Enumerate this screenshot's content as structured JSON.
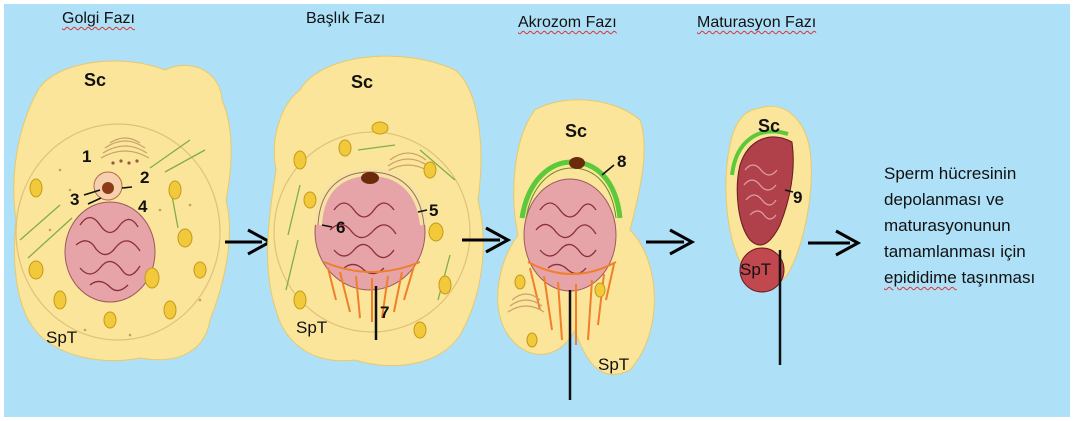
{
  "phases": [
    {
      "title": "Golgi Fazı"
    },
    {
      "title": "Başlık Fazı"
    },
    {
      "title": "Akrozom Fazı"
    },
    {
      "title": "Maturasyon Fazı"
    }
  ],
  "labels": {
    "sc": "Sc",
    "spt": "SpT",
    "n1": "1",
    "n2": "2",
    "n3": "3",
    "n4": "4",
    "n5": "5",
    "n6": "6",
    "n7": "7",
    "n8": "8",
    "n9": "9"
  },
  "description": {
    "line1": "Sperm hücresinin",
    "line2": "depolanması ve",
    "line3": "maturasyonunun",
    "line4": "tamamlanması için",
    "line5_word1": "epididime",
    "line5_word2": " taşınması"
  },
  "colors": {
    "background": "#aee1f7",
    "sertoli_cytoplasm": "#fbe59a",
    "nucleus": "#e6a3a8",
    "chromatin": "#8a2e3a",
    "acrosome": "#8c3a1a",
    "acrosomal_cap_green": "#5cc93a",
    "microtubule_orange": "#f07f2a",
    "arrow": "#000000"
  }
}
